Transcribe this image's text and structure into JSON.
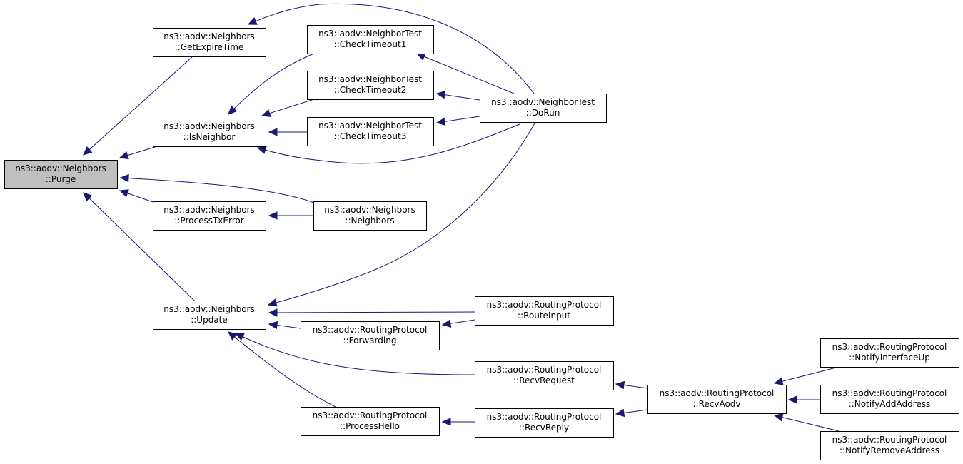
{
  "graph": {
    "title": "",
    "nodes": [
      {
        "id": "purge",
        "line1": "ns3::aodv::Neighbors",
        "line2": "::Purge",
        "root": true
      },
      {
        "id": "getexpiretime",
        "line1": "ns3::aodv::Neighbors",
        "line2": "::GetExpireTime"
      },
      {
        "id": "isneighbor",
        "line1": "ns3::aodv::Neighbors",
        "line2": "::IsNeighbor"
      },
      {
        "id": "processtxerror",
        "line1": "ns3::aodv::Neighbors",
        "line2": "::ProcessTxError"
      },
      {
        "id": "update",
        "line1": "ns3::aodv::Neighbors",
        "line2": "::Update"
      },
      {
        "id": "checktimeout1",
        "line1": "ns3::aodv::NeighborTest",
        "line2": "::CheckTimeout1"
      },
      {
        "id": "checktimeout2",
        "line1": "ns3::aodv::NeighborTest",
        "line2": "::CheckTimeout2"
      },
      {
        "id": "checktimeout3",
        "line1": "ns3::aodv::NeighborTest",
        "line2": "::CheckTimeout3"
      },
      {
        "id": "neighbors",
        "line1": "ns3::aodv::Neighbors",
        "line2": "::Neighbors"
      },
      {
        "id": "forwarding",
        "line1": "ns3::aodv::RoutingProtocol",
        "line2": "::Forwarding"
      },
      {
        "id": "processhello",
        "line1": "ns3::aodv::RoutingProtocol",
        "line2": "::ProcessHello"
      },
      {
        "id": "dorun",
        "line1": "ns3::aodv::NeighborTest",
        "line2": "::DoRun"
      },
      {
        "id": "routeinput",
        "line1": "ns3::aodv::RoutingProtocol",
        "line2": "::RouteInput"
      },
      {
        "id": "recvrequest",
        "line1": "ns3::aodv::RoutingProtocol",
        "line2": "::RecvRequest"
      },
      {
        "id": "recvreply",
        "line1": "ns3::aodv::RoutingProtocol",
        "line2": "::RecvReply"
      },
      {
        "id": "recvaodv",
        "line1": "ns3::aodv::RoutingProtocol",
        "line2": "::RecvAodv"
      },
      {
        "id": "notifyinterfaceup",
        "line1": "ns3::aodv::RoutingProtocol",
        "line2": "::NotifyInterfaceUp"
      },
      {
        "id": "notifyaddaddress",
        "line1": "ns3::aodv::RoutingProtocol",
        "line2": "::NotifyAddAddress"
      },
      {
        "id": "notifyremoveaddress",
        "line1": "ns3::aodv::RoutingProtocol",
        "line2": "::NotifyRemoveAddress"
      }
    ],
    "edges": [
      {
        "from": "getexpiretime",
        "to": "purge"
      },
      {
        "from": "isneighbor",
        "to": "purge"
      },
      {
        "from": "neighbors",
        "to": "purge"
      },
      {
        "from": "processtxerror",
        "to": "purge"
      },
      {
        "from": "update",
        "to": "purge"
      },
      {
        "from": "dorun",
        "to": "getexpiretime"
      },
      {
        "from": "checktimeout1",
        "to": "isneighbor"
      },
      {
        "from": "checktimeout2",
        "to": "isneighbor"
      },
      {
        "from": "checktimeout3",
        "to": "isneighbor"
      },
      {
        "from": "dorun",
        "to": "isneighbor"
      },
      {
        "from": "dorun",
        "to": "checktimeout1"
      },
      {
        "from": "dorun",
        "to": "checktimeout2"
      },
      {
        "from": "dorun",
        "to": "checktimeout3"
      },
      {
        "from": "neighbors",
        "to": "processtxerror"
      },
      {
        "from": "dorun",
        "to": "update"
      },
      {
        "from": "routeinput",
        "to": "update"
      },
      {
        "from": "forwarding",
        "to": "update"
      },
      {
        "from": "recvrequest",
        "to": "update"
      },
      {
        "from": "processhello",
        "to": "update"
      },
      {
        "from": "routeinput",
        "to": "forwarding"
      },
      {
        "from": "recvreply",
        "to": "processhello"
      },
      {
        "from": "recvaodv",
        "to": "recvrequest"
      },
      {
        "from": "recvaodv",
        "to": "recvreply"
      },
      {
        "from": "notifyinterfaceup",
        "to": "recvaodv"
      },
      {
        "from": "notifyaddaddress",
        "to": "recvaodv"
      },
      {
        "from": "notifyremoveaddress",
        "to": "recvaodv"
      }
    ]
  }
}
